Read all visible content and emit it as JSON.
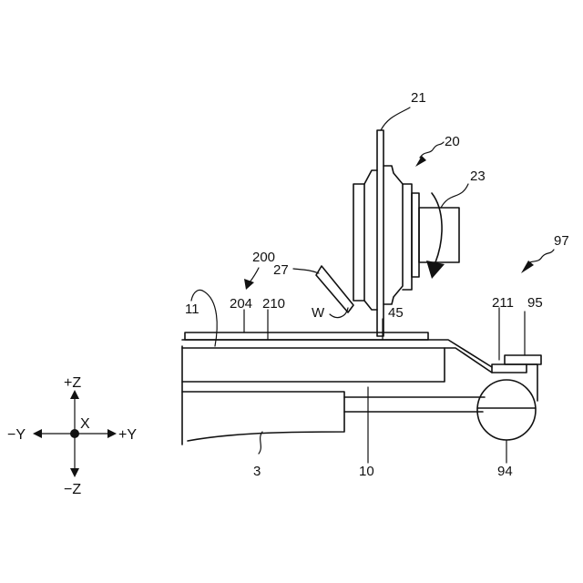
{
  "labels": {
    "l21": "21",
    "l20": "20",
    "l23": "23",
    "l97": "97",
    "l200": "200",
    "l27": "27",
    "l11": "11",
    "l204": "204",
    "l210": "210",
    "lW": "W",
    "l45": "45",
    "l211": "211",
    "l95": "95",
    "l3": "3",
    "l10": "10",
    "l94": "94"
  },
  "axes": {
    "plus_z": "+Z",
    "minus_z": "−Z",
    "plus_y": "+Y",
    "minus_y": "−Y",
    "x": "X"
  }
}
